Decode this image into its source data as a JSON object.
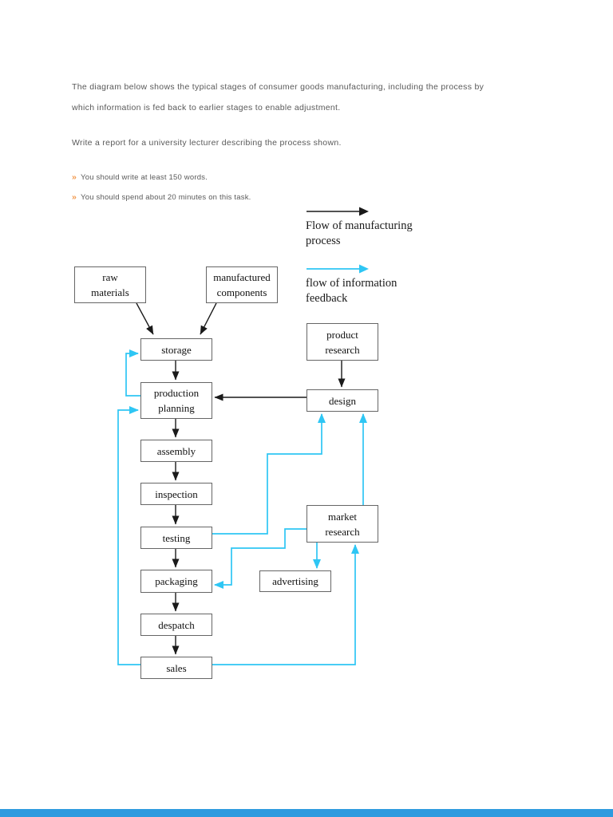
{
  "instructions": {
    "paragraph1": "The diagram below shows the typical stages of consumer goods manufacturing, including the process by which information is fed back to earlier stages to enable adjustment.",
    "paragraph2": "Write a report for a university lecturer describing the process shown.",
    "bullets": [
      {
        "marker": "»",
        "text": "You should write at least 150 words."
      },
      {
        "marker": "»",
        "text": "You should spend about 20 minutes on this task."
      }
    ]
  },
  "legend": {
    "manufacturing": {
      "line1": "Flow of manufacturing",
      "line2": "process",
      "color": "#1a1a1a"
    },
    "feedback": {
      "line1": "flow of information",
      "line2": "feedback",
      "color": "#2ec6f4"
    }
  },
  "diagram": {
    "nodes": {
      "raw_materials": {
        "lines": [
          "raw",
          "materials"
        ]
      },
      "manufactured_components": {
        "lines": [
          "manufactured",
          "components"
        ]
      },
      "storage": {
        "lines": [
          "storage"
        ]
      },
      "production_planning": {
        "lines": [
          "production",
          "planning"
        ]
      },
      "product_research": {
        "lines": [
          "product",
          "research"
        ]
      },
      "design": {
        "lines": [
          "design"
        ]
      },
      "assembly": {
        "lines": [
          "assembly"
        ]
      },
      "inspection": {
        "lines": [
          "inspection"
        ]
      },
      "testing": {
        "lines": [
          "testing"
        ]
      },
      "market_research": {
        "lines": [
          "market",
          "research"
        ]
      },
      "packaging": {
        "lines": [
          "packaging"
        ]
      },
      "advertising": {
        "lines": [
          "advertising"
        ]
      },
      "despatch": {
        "lines": [
          "despatch"
        ]
      },
      "sales": {
        "lines": [
          "sales"
        ]
      }
    },
    "manufacturing_flow": [
      {
        "from": "raw materials",
        "to": "storage"
      },
      {
        "from": "manufactured components",
        "to": "storage"
      },
      {
        "from": "storage",
        "to": "production planning"
      },
      {
        "from": "production planning",
        "to": "assembly"
      },
      {
        "from": "assembly",
        "to": "inspection"
      },
      {
        "from": "inspection",
        "to": "testing"
      },
      {
        "from": "testing",
        "to": "packaging"
      },
      {
        "from": "packaging",
        "to": "despatch"
      },
      {
        "from": "despatch",
        "to": "sales"
      },
      {
        "from": "product research",
        "to": "design"
      },
      {
        "from": "design",
        "to": "production planning"
      }
    ],
    "feedback_flow": [
      {
        "from": "production planning",
        "to": "storage"
      },
      {
        "from": "sales",
        "to": "production planning"
      },
      {
        "from": "testing",
        "to": "design"
      },
      {
        "from": "market research",
        "to": "design"
      },
      {
        "from": "market research",
        "to": "packaging"
      },
      {
        "from": "market research",
        "to": "advertising"
      },
      {
        "from": "sales",
        "to": "market research"
      }
    ],
    "colors": {
      "process_arrow": "#1a1a1a",
      "feedback_arrow": "#2ec6f4",
      "box_border": "#666666",
      "bullet_marker": "#f2984c",
      "body_text": "#595959",
      "footer_bar": "#2e9bdf"
    }
  }
}
